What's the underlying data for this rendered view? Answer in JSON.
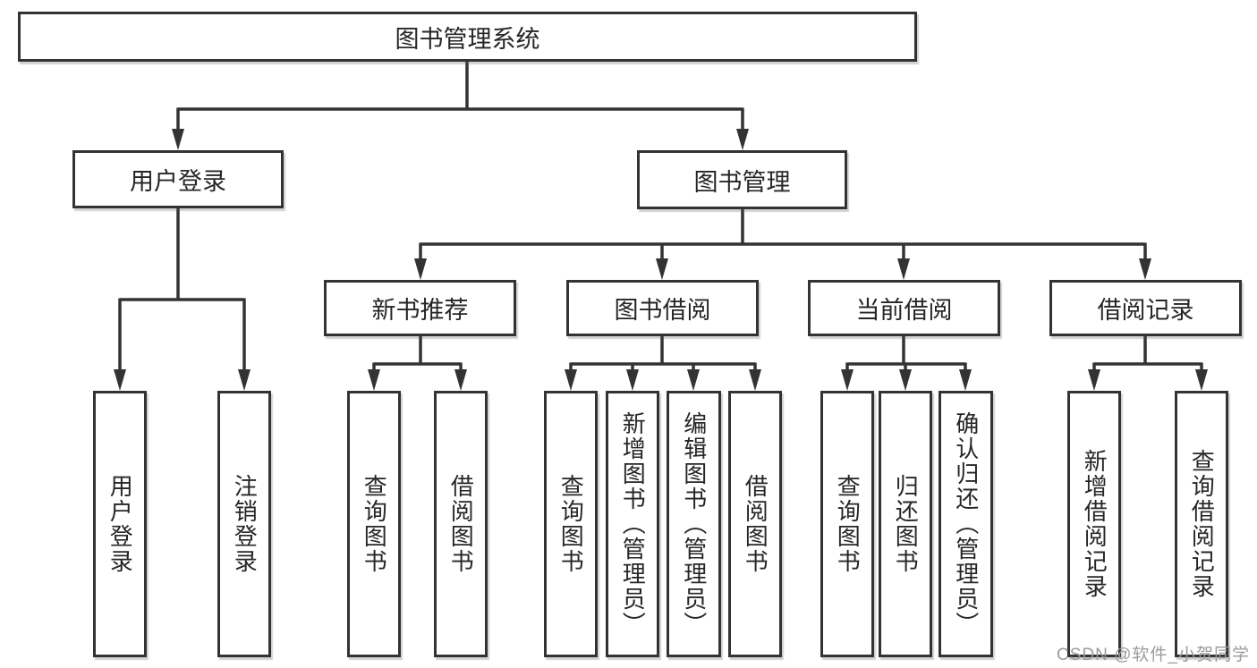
{
  "colors": {
    "line": "#333333",
    "text": "#262626",
    "background": "#ffffff",
    "watermark": "#9b9b9b"
  },
  "watermark": {
    "text": "CSDN @软件_小贺同学"
  },
  "tree": {
    "root": {
      "label": "图书管理系统",
      "children": [
        {
          "label": "用户登录",
          "children": [
            {
              "label": "用户登录"
            },
            {
              "label": "注销登录"
            }
          ]
        },
        {
          "label": "图书管理",
          "children": [
            {
              "label": "新书推荐",
              "children": [
                {
                  "label": "查询图书"
                },
                {
                  "label": "借阅图书"
                }
              ]
            },
            {
              "label": "图书借阅",
              "children": [
                {
                  "label": "查询图书"
                },
                {
                  "label": "新增图书（管理员）"
                },
                {
                  "label": "编辑图书（管理员）"
                },
                {
                  "label": "借阅图书"
                }
              ]
            },
            {
              "label": "当前借阅",
              "children": [
                {
                  "label": "查询图书"
                },
                {
                  "label": "归还图书"
                },
                {
                  "label": "确认归还（管理员）"
                }
              ]
            },
            {
              "label": "借阅记录",
              "children": [
                {
                  "label": "新增借阅记录"
                },
                {
                  "label": "查询借阅记录"
                }
              ]
            }
          ]
        }
      ]
    }
  }
}
